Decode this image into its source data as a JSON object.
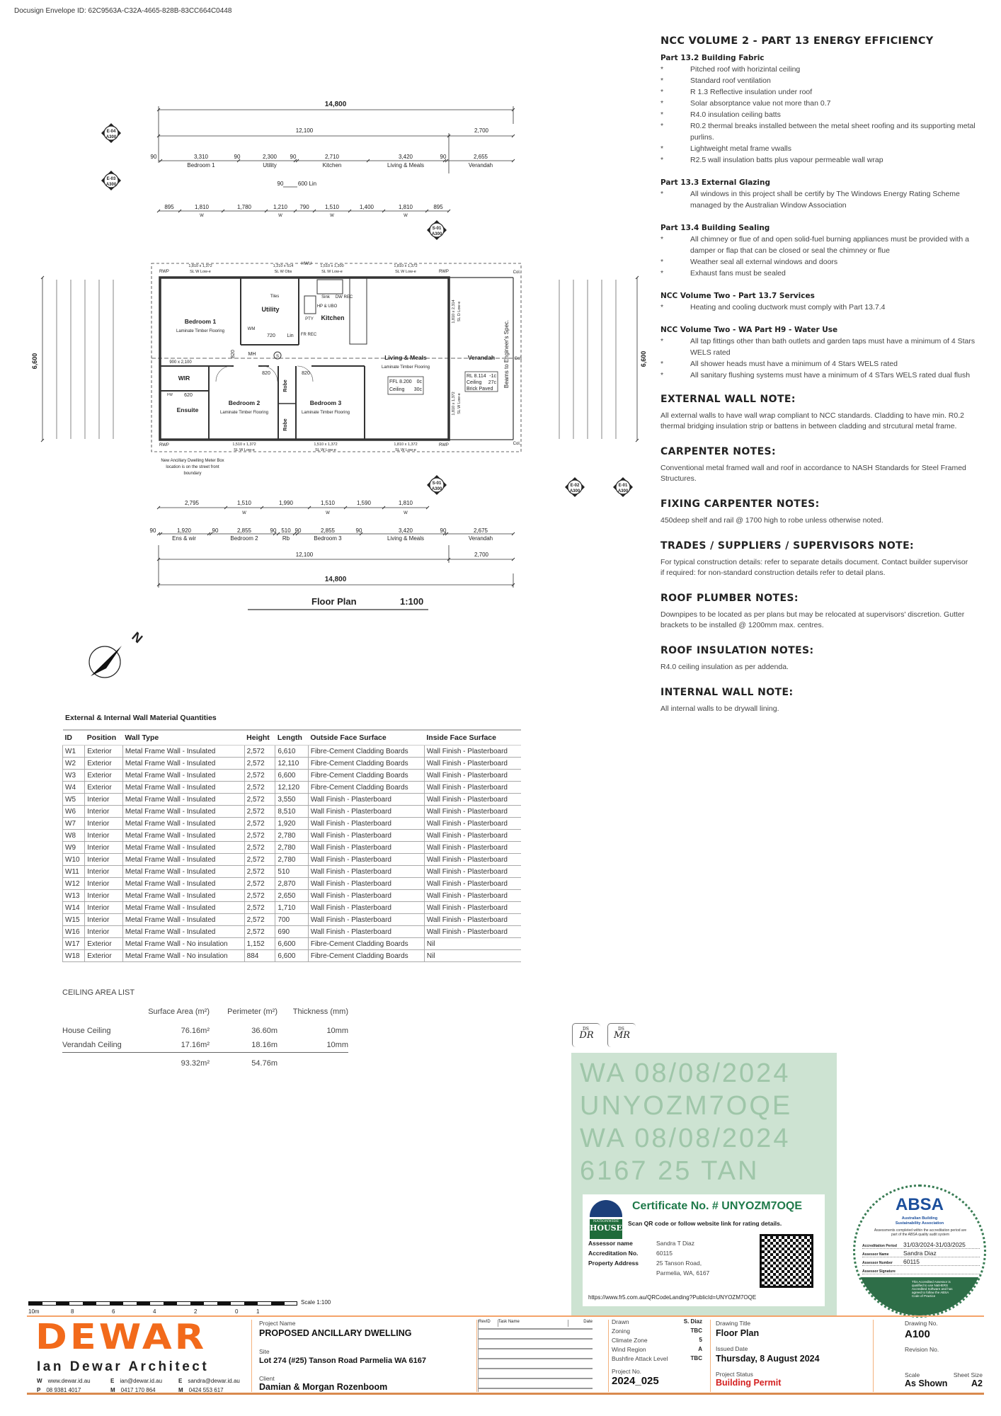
{
  "envelope_id": "Docusign Envelope ID: 62C9563A-C32A-4665-828B-83CC664C0448",
  "notes": {
    "title": "NCC VOLUME 2 - PART 13 ENERGY EFFICIENCY",
    "bullet": "*",
    "groups": [
      {
        "heading": "Part 13.2 Building Fabric",
        "items": [
          "Pitched roof with horizintal ceiling",
          "Standard roof ventilation",
          "R 1.3 Reflective insulation under roof",
          "Solar absorptance value not more than 0.7",
          "R4.0 insulation ceiling batts",
          "R0.2 thermal breaks installed between the metal sheet roofing and its supporting metal purlins.",
          "Lightweight metal frame vwalls",
          "R2.5 wall insulation batts plus vapour permeable wall wrap"
        ]
      },
      {
        "heading": "Part 13.3 External Glazing",
        "items": [
          "All windows in this project shall be certify by The Windows Energy Rating  Scheme managed by the Australian Window Association"
        ]
      },
      {
        "heading": "Part 13.4 Building Sealing",
        "items": [
          "All chimney or flue of and open solid-fuel burning appliances must be provided with a damper or flap that can be closed or seal the chimney or flue",
          "Weather seal all external windows and doors",
          "Exhaust fans must be sealed"
        ]
      },
      {
        "heading": "NCC Volume Two - Part 13.7 Services",
        "items": [
          "Heating and cooling ductwork must comply with Part 13.7.4"
        ]
      },
      {
        "heading": "NCC Volume Two - WA Part H9 - Water Use",
        "items": [
          "All tap fittings other than bath outlets and garden taps must have a minimum of 4 Stars WELS rated",
          "All shower heads must have a minimum of 4 Stars WELS rated",
          "All sanitary flushing systems must have a minimum of 4 STars WELS rated dual flush"
        ]
      }
    ],
    "sections": [
      {
        "heading": "EXTERNAL WALL NOTE:",
        "text": "All external walls to have wall wrap compliant to NCC standards.  Cladding to have min. R0.2 thermal bridging insulation strip or battens in between cladding and strcutural metal frame."
      },
      {
        "heading": "CARPENTER NOTES:",
        "text": "Conventional metal framed wall and roof in accordance to NASH Standards for Steel Framed Structures."
      },
      {
        "heading": "FIXING CARPENTER NOTES:",
        "text": "450deep shelf and rail @ 1700 high to robe unless otherwise noted."
      },
      {
        "heading": "TRADES / SUPPLIERS / SUPERVISORS NOTE:",
        "text": "For typical construction details: refer to separate details document. Contact builder supervisor if required: for non-standard construction details refer to detail plans."
      },
      {
        "heading": "ROOF PLUMBER NOTES:",
        "text": "Downpipes to be located as per plans but may be relocated at supervisors' discretion. Gutter brackets to be installed @ 1200mm max. centres."
      },
      {
        "heading": "ROOF INSULATION NOTES:",
        "text": "R4.0 ceiling insulation as per addenda."
      },
      {
        "heading": "INTERNAL WALL NOTE:",
        "text": "All internal walls to be drywall lining."
      }
    ]
  },
  "plan": {
    "overall": "14,800",
    "house": "12,100",
    "verandah_dim": "2,700",
    "depth": "6,600",
    "top_rooms": [
      {
        "v": "90"
      },
      {
        "v": "3,310",
        "l": "Bedroom 1"
      },
      {
        "v": "90"
      },
      {
        "v": "2,300",
        "l": "Utility"
      },
      {
        "v": "90"
      },
      {
        "v": "2,710",
        "l": "Kitchen"
      },
      {
        "v": "3,420",
        "l": "Living & Meals"
      },
      {
        "v": "90"
      },
      {
        "v": "2,655",
        "l": "Verandah"
      }
    ],
    "lin_dim": [
      "90",
      "600 Lin"
    ],
    "top_windows": [
      {
        "v": "895"
      },
      {
        "v": "1,810",
        "w": "W"
      },
      {
        "v": "1,780"
      },
      {
        "v": "1,210",
        "w": "W"
      },
      {
        "v": "790"
      },
      {
        "v": "1,510",
        "w": "W"
      },
      {
        "v": "1,400"
      },
      {
        "v": "1,810",
        "w": "W"
      },
      {
        "v": "895"
      }
    ],
    "bottom_windows": [
      {
        "v": "2,795"
      },
      {
        "v": "1,510",
        "w": "W"
      },
      {
        "v": "1,990"
      },
      {
        "v": "1,510",
        "w": "W"
      },
      {
        "v": "1,590"
      },
      {
        "v": "1,810",
        "w": "W"
      }
    ],
    "bottom_rooms": [
      {
        "v": "90"
      },
      {
        "v": "1,920",
        "l": "Ens & wir"
      },
      {
        "v": "90"
      },
      {
        "v": "2,855",
        "l": "Bedroom 2"
      },
      {
        "v": "90"
      },
      {
        "v": "510",
        "l": "Rb"
      },
      {
        "v": "90"
      },
      {
        "v": "2,855",
        "l": "Bedroom 3"
      },
      {
        "v": "90"
      },
      {
        "v": "3,420",
        "l": "Living & Meals"
      },
      {
        "v": "90"
      },
      {
        "v": "2,675",
        "l": "Verandah"
      }
    ],
    "rooms": [
      {
        "name": "Bedroom 1",
        "floor": "Laminate Timber Flooring"
      },
      {
        "name": "Utility"
      },
      {
        "name": "Kitchen"
      },
      {
        "name": "Living & Meals",
        "floor": "Laminate Timber Flooring"
      },
      {
        "name": "Verandah"
      },
      {
        "name": "WIR"
      },
      {
        "name": "Ensuite"
      },
      {
        "name": "Bedroom 2",
        "floor": "Laminate Timber Flooring"
      },
      {
        "name": "Bedroom 3",
        "floor": "Laminate Timber Flooring"
      },
      {
        "name": "Robe"
      },
      {
        "name": "Robe"
      }
    ],
    "fixtures": {
      "tiles": "Tiles",
      "wm": "WM",
      "lin": "Lin",
      "pty": "PTY",
      "sink": "Sink",
      "dw": "DW REC",
      "hp": "HP & UBO",
      "fr": "FR REC",
      "mh": "MH",
      "s": "S",
      "hwu": "HWU",
      "rwp": "RWP",
      "col": "Col.",
      "fw": "FW"
    },
    "doors": [
      "820",
      "720",
      "820",
      "820",
      "620",
      "900 x 2,100"
    ],
    "windows_top": [
      [
        "1,810 x 1,372",
        "SL W Low-e"
      ],
      [
        "1,210 x 514",
        "SL W Obs"
      ],
      [
        "1,510 x 1,200",
        "SL W Low-e"
      ],
      [
        "1,810 x 1,372",
        "SL W Low-e"
      ]
    ],
    "windows_bottom": [
      [
        "1,510 x 1,372",
        "SL W Low-e"
      ],
      [
        "1,510 x 1,372",
        "SL W Low-e"
      ],
      [
        "1,810 x 1,372",
        "SL W Low-e"
      ]
    ],
    "windows_side": [
      [
        "1,810 x 2,314",
        "SL D Low-e"
      ],
      [
        "1,810 x 1,372",
        "SL W Low-e"
      ]
    ],
    "levels": {
      "ffl": "FFL 8.200",
      "ffl_c": "0c",
      "ceil": "Ceiling",
      "ceil_c": "30c",
      "rl": "RL 8.114",
      "rl_c": "-1c",
      "v_ceil": "Ceiling",
      "v_ceil_c": "27c",
      "paved": "Brick Paved"
    },
    "beams": "Beams to Engineer's Spec.",
    "meter_note": [
      "New Ancillary Dwelling Meter Box",
      "location is on the street front",
      "boundary"
    ],
    "markers": [
      [
        "E-04",
        "A300"
      ],
      [
        "E-03",
        "A300"
      ],
      [
        "S-01",
        "A300"
      ],
      [
        "S-01",
        "A300"
      ],
      [
        "E-02",
        "A300"
      ],
      [
        "E-01",
        "A300"
      ]
    ],
    "title": "Floor Plan",
    "scale": "1:100",
    "north": "N"
  },
  "wall_table": {
    "title": "External & Internal Wall Material Quantities",
    "headers": [
      "ID",
      "Position",
      "Wall Type",
      "Height",
      "Length",
      "Outside Face Surface",
      "Inside Face Surface"
    ],
    "rows": [
      [
        "W1",
        "Exterior",
        "Metal Frame Wall - Insulated",
        "2,572",
        "6,610",
        "Fibre-Cement Cladding Boards",
        "Wall Finish - Plasterboard"
      ],
      [
        "W2",
        "Exterior",
        "Metal Frame Wall - Insulated",
        "2,572",
        "12,110",
        "Fibre-Cement Cladding Boards",
        "Wall Finish - Plasterboard"
      ],
      [
        "W3",
        "Exterior",
        "Metal Frame Wall - Insulated",
        "2,572",
        "6,600",
        "Fibre-Cement Cladding Boards",
        "Wall Finish - Plasterboard"
      ],
      [
        "W4",
        "Exterior",
        "Metal Frame Wall - Insulated",
        "2,572",
        "12,120",
        "Fibre-Cement Cladding Boards",
        "Wall Finish - Plasterboard"
      ],
      [
        "W5",
        "Interior",
        "Metal Frame Wall - Insulated",
        "2,572",
        "3,550",
        "Wall Finish - Plasterboard",
        "Wall Finish - Plasterboard"
      ],
      [
        "W6",
        "Interior",
        "Metal Frame Wall - Insulated",
        "2,572",
        "8,510",
        "Wall Finish - Plasterboard",
        "Wall Finish - Plasterboard"
      ],
      [
        "W7",
        "Interior",
        "Metal Frame Wall - Insulated",
        "2,572",
        "1,920",
        "Wall Finish - Plasterboard",
        "Wall Finish - Plasterboard"
      ],
      [
        "W8",
        "Interior",
        "Metal Frame Wall - Insulated",
        "2,572",
        "2,780",
        "Wall Finish - Plasterboard",
        "Wall Finish - Plasterboard"
      ],
      [
        "W9",
        "Interior",
        "Metal Frame Wall - Insulated",
        "2,572",
        "2,780",
        "Wall Finish - Plasterboard",
        "Wall Finish - Plasterboard"
      ],
      [
        "W10",
        "Interior",
        "Metal Frame Wall - Insulated",
        "2,572",
        "2,780",
        "Wall Finish - Plasterboard",
        "Wall Finish - Plasterboard"
      ],
      [
        "W11",
        "Interior",
        "Metal Frame Wall - Insulated",
        "2,572",
        "510",
        "Wall Finish - Plasterboard",
        "Wall Finish - Plasterboard"
      ],
      [
        "W12",
        "Interior",
        "Metal Frame Wall - Insulated",
        "2,572",
        "2,870",
        "Wall Finish - Plasterboard",
        "Wall Finish - Plasterboard"
      ],
      [
        "W13",
        "Interior",
        "Metal Frame Wall - Insulated",
        "2,572",
        "2,650",
        "Wall Finish - Plasterboard",
        "Wall Finish - Plasterboard"
      ],
      [
        "W14",
        "Interior",
        "Metal Frame Wall - Insulated",
        "2,572",
        "1,710",
        "Wall Finish - Plasterboard",
        "Wall Finish - Plasterboard"
      ],
      [
        "W15",
        "Interior",
        "Metal Frame Wall - Insulated",
        "2,572",
        "700",
        "Wall Finish - Plasterboard",
        "Wall Finish - Plasterboard"
      ],
      [
        "W16",
        "Interior",
        "Metal Frame Wall - Insulated",
        "2,572",
        "690",
        "Wall Finish - Plasterboard",
        "Wall Finish - Plasterboard"
      ],
      [
        "W17",
        "Exterior",
        "Metal Frame Wall - No insulation",
        "1,152",
        "6,600",
        "Fibre-Cement Cladding Boards",
        "Nil"
      ],
      [
        "W18",
        "Exterior",
        "Metal Frame Wall - No insulation",
        "884",
        "6,600",
        "Fibre-Cement Cladding Boards",
        "Nil"
      ]
    ]
  },
  "ceiling": {
    "title": "CEILING AREA LIST",
    "headers": [
      "",
      "Surface Area (m²)",
      "Perimeter (m²)",
      "Thickness (mm)"
    ],
    "rows": [
      [
        "House Ceiling",
        "76.16m²",
        "36.60m",
        "10mm"
      ],
      [
        "Verandah Ceiling",
        "17.16m²",
        "18.16m",
        "10mm"
      ]
    ],
    "totals": [
      "",
      "93.32m²",
      "54.76m",
      ""
    ]
  },
  "signatures": [
    {
      "tag": "DS",
      "initials": "DR"
    },
    {
      "tag": "DS",
      "initials": "MR"
    }
  ],
  "certificate": {
    "number": "Certificate No. # UNYOZM7OQE",
    "instruction": "Scan QR code or follow website link for rating details.",
    "logo": [
      "NATIONWIDE",
      "HOUSE"
    ],
    "fields": [
      [
        "Assessor name",
        "Sandra T Diaz"
      ],
      [
        "Accreditation No.",
        "60115"
      ],
      [
        "Property Address",
        "25 Tanson Road,"
      ],
      [
        "",
        "Parmelia, WA, 6167"
      ]
    ],
    "url": "https://www.fr5.com.au/QRCodeLanding?PublicId=UNYOZM7OQE",
    "watermark": [
      "WA 08/08/2024",
      "UNYOZM7OQE",
      "WA 08/08/2024",
      "6167  25 TAN"
    ]
  },
  "absa": {
    "logo": "ABSA",
    "sub": "Australian Building Sustainability Association",
    "blurb": "Assessments completed within the accreditation period are part of the ABSA quality audit system",
    "fields": [
      [
        "Accreditation Period",
        "31/03/2024-31/03/2025"
      ],
      [
        "Assessor Name",
        "Sandra Diaz"
      ],
      [
        "Assessor Number",
        "60115"
      ],
      [
        "Assessor Signature",
        ""
      ]
    ],
    "footer": "This Accredited Assessor is qualified to use NatHERS Accredited Software and has agreed to follow the ABSA Code of Practice"
  },
  "scale_bar": {
    "labels": [
      "10m",
      "8",
      "6",
      "4",
      "2",
      "0",
      "1"
    ],
    "caption": "Scale 1:100"
  },
  "title_block": {
    "logo": "DEWAR",
    "firm": "Ian Dewar Architect",
    "contacts": [
      [
        "W",
        "www.dewar.id.au"
      ],
      [
        "E",
        "ian@dewar.id.au"
      ],
      [
        "E",
        "sandra@dewar.id.au"
      ],
      [
        "P",
        "08 9381 4017"
      ],
      [
        "M",
        "0417 170 864"
      ],
      [
        "M",
        "0424 553 617"
      ]
    ],
    "project_label": "Project Name",
    "project": "PROPOSED ANCILLARY DWELLING",
    "site_label": "Site",
    "site": "Lot 274 (#25) Tanson Road Parmelia WA 6167",
    "client_label": "Client",
    "client": "Damian & Morgan Rozenboom",
    "rev_headers": [
      "RevID",
      "Task Name",
      "Date"
    ],
    "info": [
      [
        "Drawn",
        "S. Diaz"
      ],
      [
        "Zoning",
        "TBC"
      ],
      [
        "Climate Zone",
        "5"
      ],
      [
        "Wind Region",
        "A"
      ],
      [
        "Bushfire Attack Level",
        "TBC"
      ]
    ],
    "project_no_label": "Project No.",
    "project_no": "2024_025",
    "drawing_title_label": "Drawing Title",
    "drawing_title": "Floor Plan",
    "issued_label": "Issued Date",
    "issued": "Thursday, 8 August 2024",
    "status_label": "Project Status",
    "status": "Building Permit",
    "drawing_no_label": "Drawing No.",
    "drawing_no": "A100",
    "revision_label": "Revision No.",
    "scale_label": "Scale",
    "scale": "As Shown",
    "sheet_label": "Sheet Size",
    "sheet": "A2",
    "status_color": "#d42020",
    "brand_color": "#f26a1b"
  }
}
